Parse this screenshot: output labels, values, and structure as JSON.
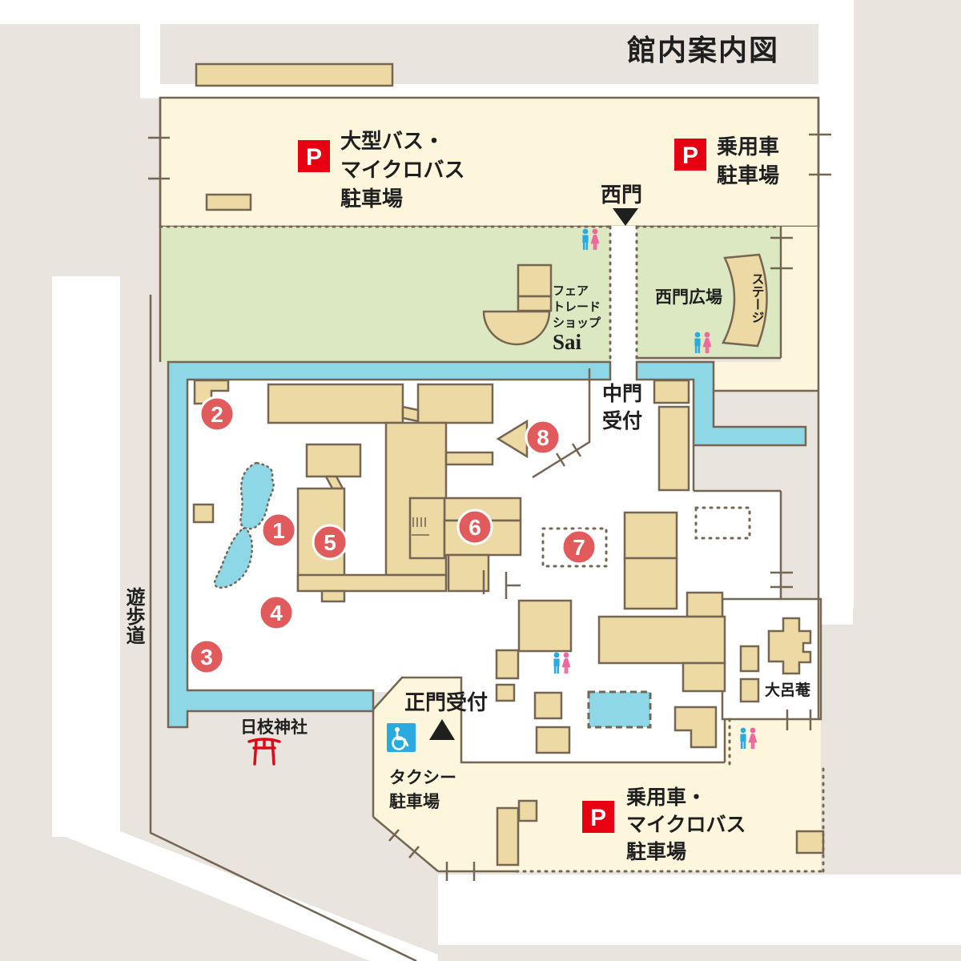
{
  "title": "館内案内図",
  "colors": {
    "background": "#e9e4dd",
    "road": "#ffffff",
    "parking_fill": "#fdf6dd",
    "green_fill": "#dce8c2",
    "building_fill": "#edd9a3",
    "outline_brown": "#756653",
    "water_blue": "#8ed7e7",
    "marker_red": "#e25b5c",
    "p_icon_red": "#e60012",
    "male_blue": "#29abe2",
    "female_pink": "#f0679e",
    "torii_red": "#dd0a17",
    "text_black": "#1f1f1f"
  },
  "markers": [
    "1",
    "2",
    "3",
    "4",
    "5",
    "6",
    "7",
    "8"
  ],
  "labels": {
    "parking_north": {
      "p": "P",
      "lines": [
        "大型バス・",
        "マイクロバス",
        "駐車場"
      ]
    },
    "parking_east": {
      "p": "P",
      "lines": [
        "乗用車",
        "駐車場"
      ]
    },
    "parking_south": {
      "p": "P",
      "lines": [
        "乗用車・",
        "マイクロバス",
        "駐車場"
      ]
    },
    "taxi": {
      "lines": [
        "タクシー",
        "駐車場"
      ]
    },
    "west_gate": "西門",
    "middle_gate": {
      "lines": [
        "中門",
        "受付"
      ]
    },
    "main_gate": "正門受付",
    "fair_trade": {
      "lines": [
        "フェア",
        "トレード",
        "ショップ"
      ],
      "name": "Sai"
    },
    "west_plaza": "西門広場",
    "stage": "ステージ",
    "promenade": "遊歩道",
    "shrine": "日枝神社",
    "dairoan": "大呂菴"
  },
  "icons": {
    "west_gate_pointer": "down-triangle",
    "main_gate_pointer": "up-triangle",
    "restroom": "male-female-restroom",
    "wheelchair": "wheelchair-accessible",
    "torii": "shrine-torii"
  }
}
